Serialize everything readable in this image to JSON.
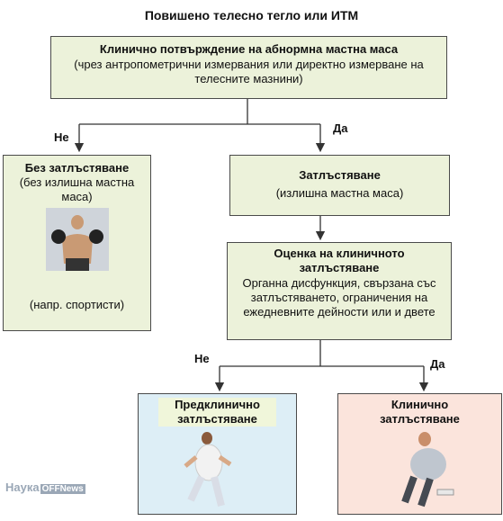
{
  "title": "Повишено телесно тегло или ИТМ",
  "top_box": {
    "title": "Клинично потвърждение на абнормна мастна маса",
    "sub": "(чрез антропометрични измервания или директно измерване на телесните мазнини)"
  },
  "no_obesity": {
    "title": "Без затлъстяване",
    "sub": "(без излишна мастна маса)",
    "example": "(напр. спортисти)"
  },
  "obesity": {
    "title": "Затлъстяване",
    "sub": "(излишна мастна маса)"
  },
  "assessment": {
    "title": "Оценка на клиничното затлъстяване",
    "sub": "Органна дисфункция, свързана със затлъстяването, ограничения на ежедневните дейности или и двете"
  },
  "preclinical": {
    "title": "Предклинично затлъстяване"
  },
  "clinical": {
    "title": "Клинично затлъстяване"
  },
  "labels": {
    "no1": "Не",
    "yes1": "Да",
    "no2": "Не",
    "yes2": "Да"
  },
  "watermark": {
    "text": "Наука",
    "tag": "OFFNews"
  },
  "colors": {
    "green_box": "#ecf2da",
    "blue_box": "#ddeef6",
    "pink_box": "#fbe4dc",
    "line": "#333333"
  }
}
